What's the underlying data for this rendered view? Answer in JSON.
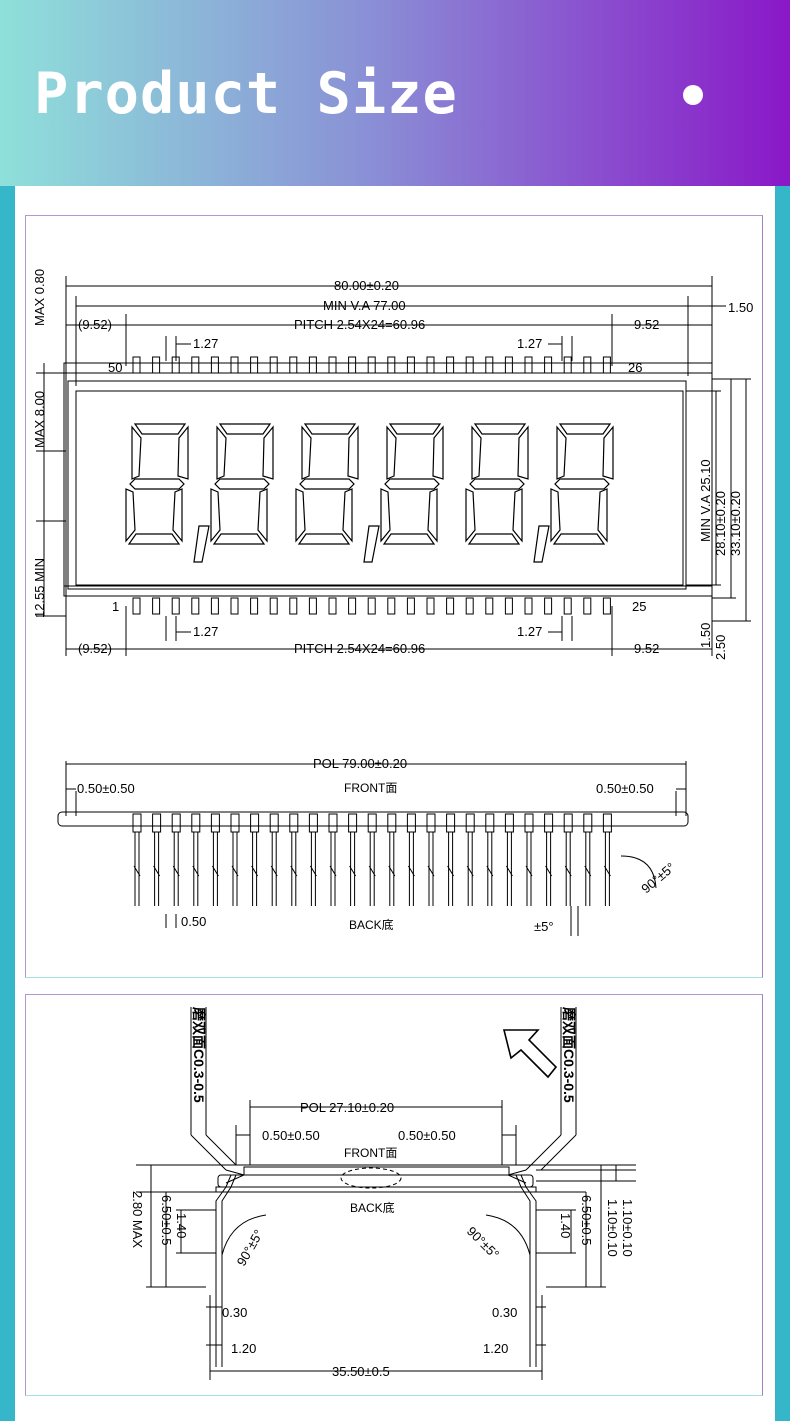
{
  "header": {
    "title": "Product Size"
  },
  "top_view": {
    "width": "80.00±0.20",
    "min_va": "MIN  V.A  77.00",
    "right_150": "1.50",
    "left_952": "(9.52)",
    "pitch": "PITCH  2.54X24=60.96",
    "right_952": "9.52",
    "pin_127": "1.27",
    "pin_50": "50",
    "pin_26": "26",
    "pin_1": "1",
    "pin_25": "25",
    "max_080": "MAX  0.80",
    "max_800": "MAX  8.00",
    "min_1255": "12.55  MIN",
    "min_va_v": "MIN  V.A  25.10",
    "h_2810": "28.10±0.20",
    "h_3310": "33.10±0.20",
    "b_150": "1.50",
    "b_250": "2.50"
  },
  "side_view": {
    "pol": "POL  79.00±0.20",
    "l_050": "0.50±0.50",
    "r_050": "0.50±0.50",
    "front": "FRONT面",
    "back": "BACK底",
    "pin_w": "0.50",
    "angle": "90°±5°",
    "tol": "±5°"
  },
  "cross_view": {
    "chamfer": "磨双面C0.3-0.5",
    "pol": "POL  27.10±0.20",
    "l_050": "0.50±0.50",
    "r_050": "0.50±0.50",
    "front": "FRONT面",
    "back": "BACK底",
    "l_140": "1.40",
    "r_140": "1.40",
    "l_650": "6.50±0.5",
    "r_650": "6.50±0.5",
    "max_280": "2.80  MAX",
    "r_110a": "1.10±0.10",
    "r_110b": "1.10±0.10",
    "l_angle": "90°±5°",
    "r_angle": "90°±5°",
    "l_030": "0.30",
    "r_030": "0.30",
    "l_120": "1.20",
    "r_120": "1.20",
    "span": "35.50±0.5"
  }
}
